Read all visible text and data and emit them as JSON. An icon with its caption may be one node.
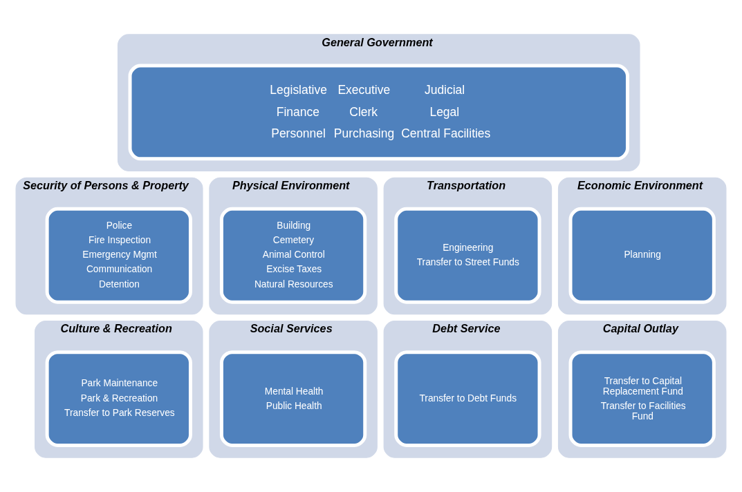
{
  "diagram": {
    "nodes": [
      {
        "text": [
          "General Government"
        ]
      },
      {
        "text": [
          "Legislative",
          "Executive",
          "Judicial",
          "Finance",
          "Clerk",
          "Legal",
          "Personnel",
          "Purchasing",
          "Central Facilities"
        ],
        "in": 0
      },
      {
        "text": [
          "Security of Persons & Property"
        ]
      },
      {
        "text": [
          "Police",
          "Fire Inspection",
          "Emergency Mgmt",
          "Communication",
          "Detention"
        ],
        "in": 2
      },
      {
        "text": [
          "Physical Environment"
        ]
      },
      {
        "text": [
          "Building",
          "Cemetery",
          "Animal Control",
          "Excise Taxes",
          "Natural Resources"
        ],
        "in": 4
      },
      {
        "text": [
          "Transportation"
        ]
      },
      {
        "text": [
          "Engineering",
          "Transfer to Street Funds"
        ],
        "in": 6
      },
      {
        "text": [
          "Economic Environment"
        ]
      },
      {
        "text": [
          "Planning"
        ],
        "in": 8
      },
      {
        "text": [
          "Culture & Recreation"
        ]
      },
      {
        "text": [
          "Park Maintenance",
          "Park & Recreation",
          "Transfer to Park Reserves"
        ],
        "in": 10
      },
      {
        "text": [
          "Social Services"
        ]
      },
      {
        "text": [
          "Mental Health",
          "Public Health"
        ],
        "in": 12
      },
      {
        "text": [
          "Debt Service"
        ]
      },
      {
        "text": [
          "Transfer to Debt Funds"
        ],
        "in": 14
      },
      {
        "text": [
          "Capital Outlay"
        ]
      },
      {
        "text": [
          "Transfer to Capital Replacement Fund",
          "Transfer to Facilities Fund"
        ],
        "in": 16
      }
    ],
    "edges": []
  }
}
